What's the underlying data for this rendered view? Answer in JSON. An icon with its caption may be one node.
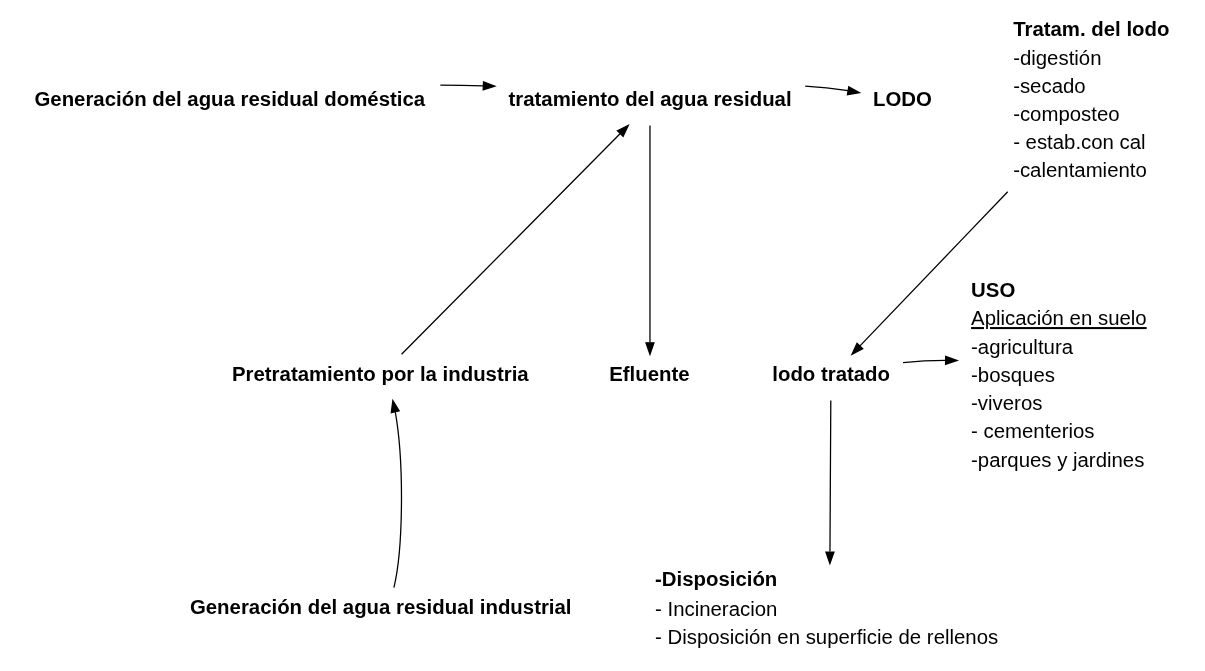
{
  "diagram": {
    "nodes": [
      {
        "text": [
          "Generación del agua residual doméstica"
        ]
      },
      {
        "text": [
          "tratamiento del agua residual"
        ]
      },
      {
        "text": [
          "LODO"
        ]
      },
      {
        "text": [
          "Tratam. del lodo",
          "-digestión",
          "-secado",
          "-composteo",
          "- estab.con cal",
          "-calentamiento"
        ]
      },
      {
        "text": [
          "Pretratamiento por la industria"
        ]
      },
      {
        "text": [
          "Efluente"
        ]
      },
      {
        "text": [
          "lodo tratado"
        ]
      },
      {
        "text": [
          "USO",
          "Aplicación en suelo",
          "-agricultura",
          "-bosques",
          "-viveros",
          "- cementerios",
          "-parques y jardines"
        ]
      },
      {
        "text": [
          "Generación del agua residual industrial"
        ]
      },
      {
        "text": [
          "-Disposición",
          "- Incineracion",
          "- Disposición en superficie de rellenos"
        ]
      }
    ],
    "edges": [
      {
        "from": 0,
        "to": 1,
        "arrow": "to"
      },
      {
        "from": 1,
        "to": 2,
        "arrow": "to"
      },
      {
        "from": 3,
        "to": 6,
        "arrow": "to"
      },
      {
        "from": 4,
        "to": 1,
        "arrow": "to"
      },
      {
        "from": 1,
        "to": 5,
        "arrow": "to"
      },
      {
        "from": 6,
        "to": 7,
        "arrow": "to"
      },
      {
        "from": 8,
        "to": 4,
        "arrow": "to"
      },
      {
        "from": 6,
        "to": 9,
        "arrow": "to"
      }
    ]
  }
}
